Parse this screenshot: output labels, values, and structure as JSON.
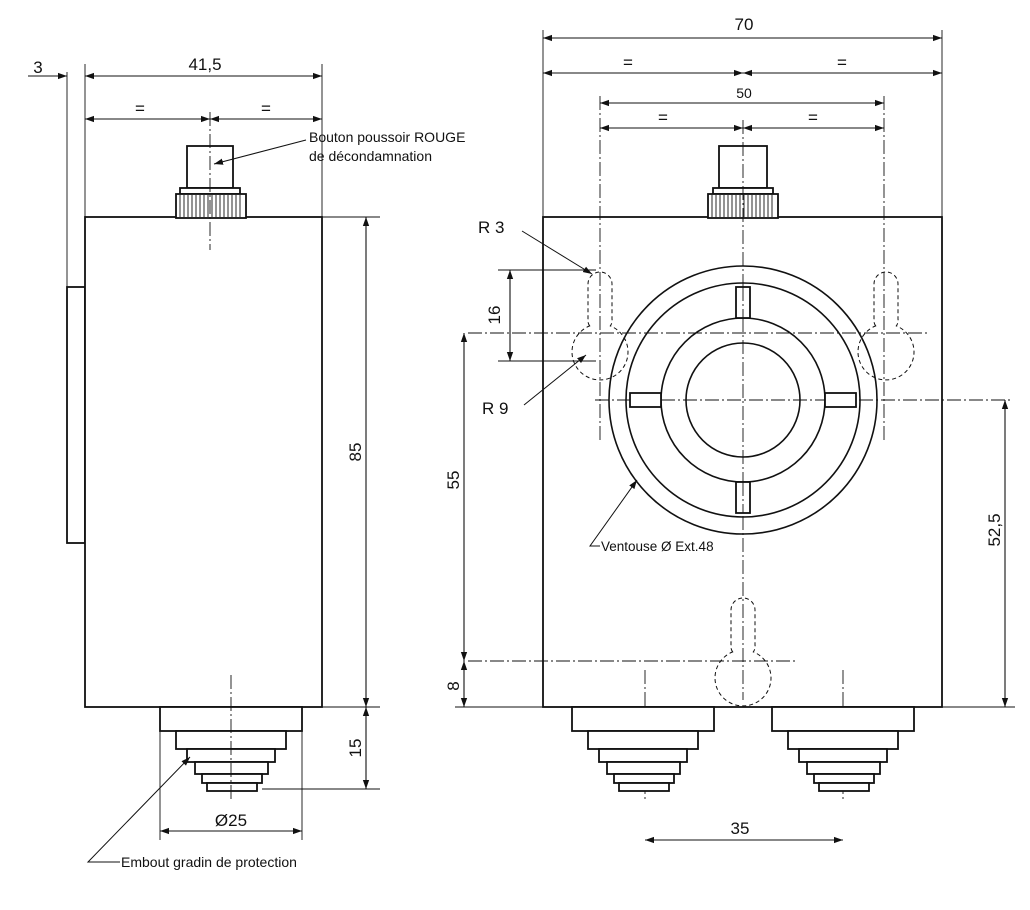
{
  "dims": {
    "overall_width": "70",
    "equal_sign": "=",
    "hole_spacing": "50",
    "side_thickness": "3",
    "side_width": "41,5",
    "height_85": "85",
    "height_15": "15",
    "diameter_25": "Ø25",
    "height_55": "55",
    "height_16": "16",
    "height_8": "8",
    "height_52_5": "52,5",
    "spacing_35": "35",
    "radius_3": "R 3",
    "radius_9": "R 9"
  },
  "labels": {
    "button_line1": "Bouton poussoir ROUGE",
    "button_line2": "de décondamnation",
    "suction_cup": "Ventouse Ø Ext.48",
    "end_cap": "Embout gradin de protection"
  }
}
